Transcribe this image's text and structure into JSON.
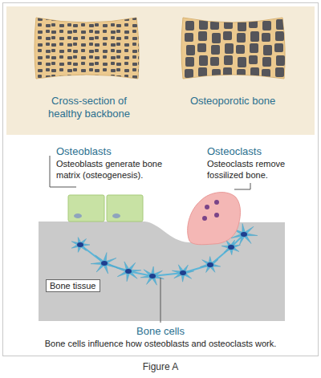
{
  "diagram": {
    "caption": "Figure A",
    "nodes": [
      {
        "text": [
          "Cross-section of healthy backbone",
          "Osteoporotic bone"
        ]
      },
      {
        "text": [
          "Bone tissue"
        ]
      }
    ],
    "labels": [
      "Osteoblasts",
      "Osteoblasts generate bone matrix (osteogenesis).",
      "Osteoclasts",
      "Osteoclasts remove fossilized bone.",
      "Bone cells",
      "Bone cells influence how osteoblasts and osteoclasts work."
    ]
  }
}
